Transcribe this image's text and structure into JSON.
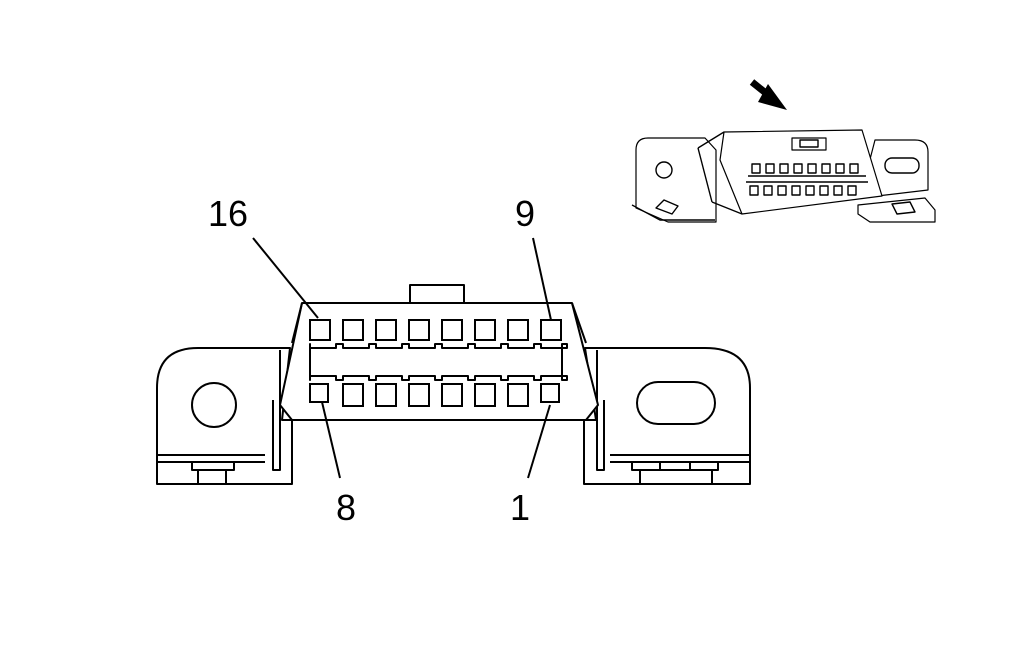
{
  "connector": {
    "pin_labels": {
      "top_left": "16",
      "top_right": "9",
      "bottom_left": "8",
      "bottom_right": "1"
    }
  },
  "colors": {
    "line": "#000000",
    "background": "#ffffff"
  },
  "icons": {
    "locator": "arrow-icon"
  }
}
